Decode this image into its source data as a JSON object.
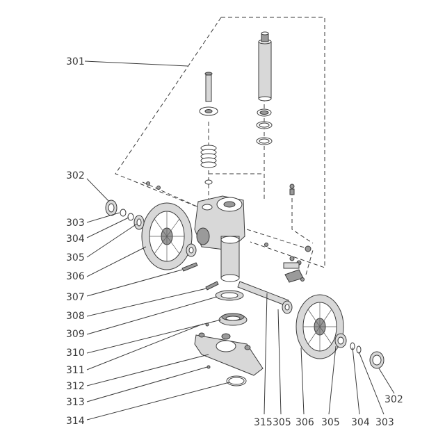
{
  "labels": {
    "l301": "301",
    "l302a": "302",
    "l303a": "303",
    "l304a": "304",
    "l305a": "305",
    "l306a": "306",
    "l307": "307",
    "l308": "308",
    "l309": "309",
    "l310": "310",
    "l311": "311",
    "l312": "312",
    "l313": "313",
    "l314": "314",
    "l315": "315",
    "l305b": "305",
    "l306b": "306",
    "l305c": "305",
    "l304b": "304",
    "l303b": "303",
    "l302b": "302"
  }
}
